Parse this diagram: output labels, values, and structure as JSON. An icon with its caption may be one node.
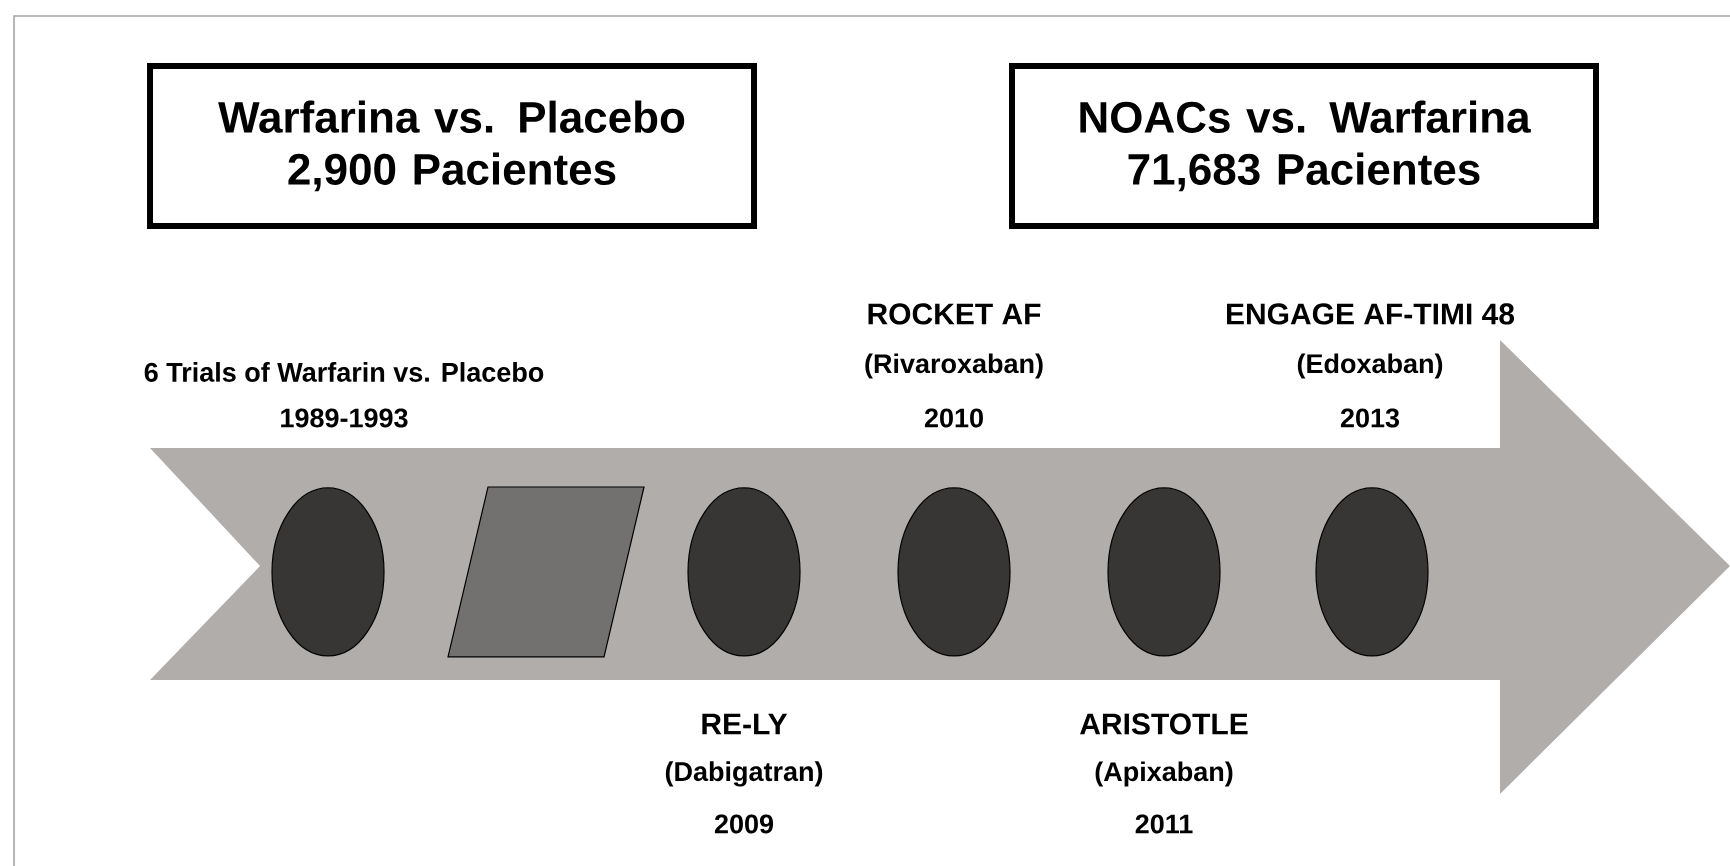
{
  "diagram": {
    "nodes": [
      {
        "text": [
          "Warfarina vs. Placebo 2,900 Pacientes"
        ]
      },
      {
        "text": [
          "NOACs vs. Warfarina 71,683 Pacientes"
        ]
      },
      {
        "text": [],
        "shape": "arrow"
      },
      {
        "text": [],
        "shape": "ellipse",
        "in": 2,
        "beside": [
          "6 Trials of Warfarin vs. Placebo",
          "1989-1993"
        ]
      },
      {
        "text": [],
        "shape": "parallelogram",
        "in": 2
      },
      {
        "text": [],
        "shape": "ellipse",
        "in": 2,
        "beside": [
          "RE-LY",
          "(Dabigatran)",
          "2009"
        ]
      },
      {
        "text": [],
        "shape": "ellipse",
        "in": 2,
        "beside": [
          "ROCKET AF",
          "(Rivaroxaban)",
          "2010"
        ]
      },
      {
        "text": [],
        "shape": "ellipse",
        "in": 2,
        "beside": [
          "ARISTOTLE",
          "(Apixaban)",
          "2011"
        ]
      },
      {
        "text": [],
        "shape": "ellipse",
        "in": 2,
        "beside": [
          "ENGAGE AF-TIMI 48",
          "(Edoxaban)",
          "2013"
        ]
      }
    ]
  }
}
